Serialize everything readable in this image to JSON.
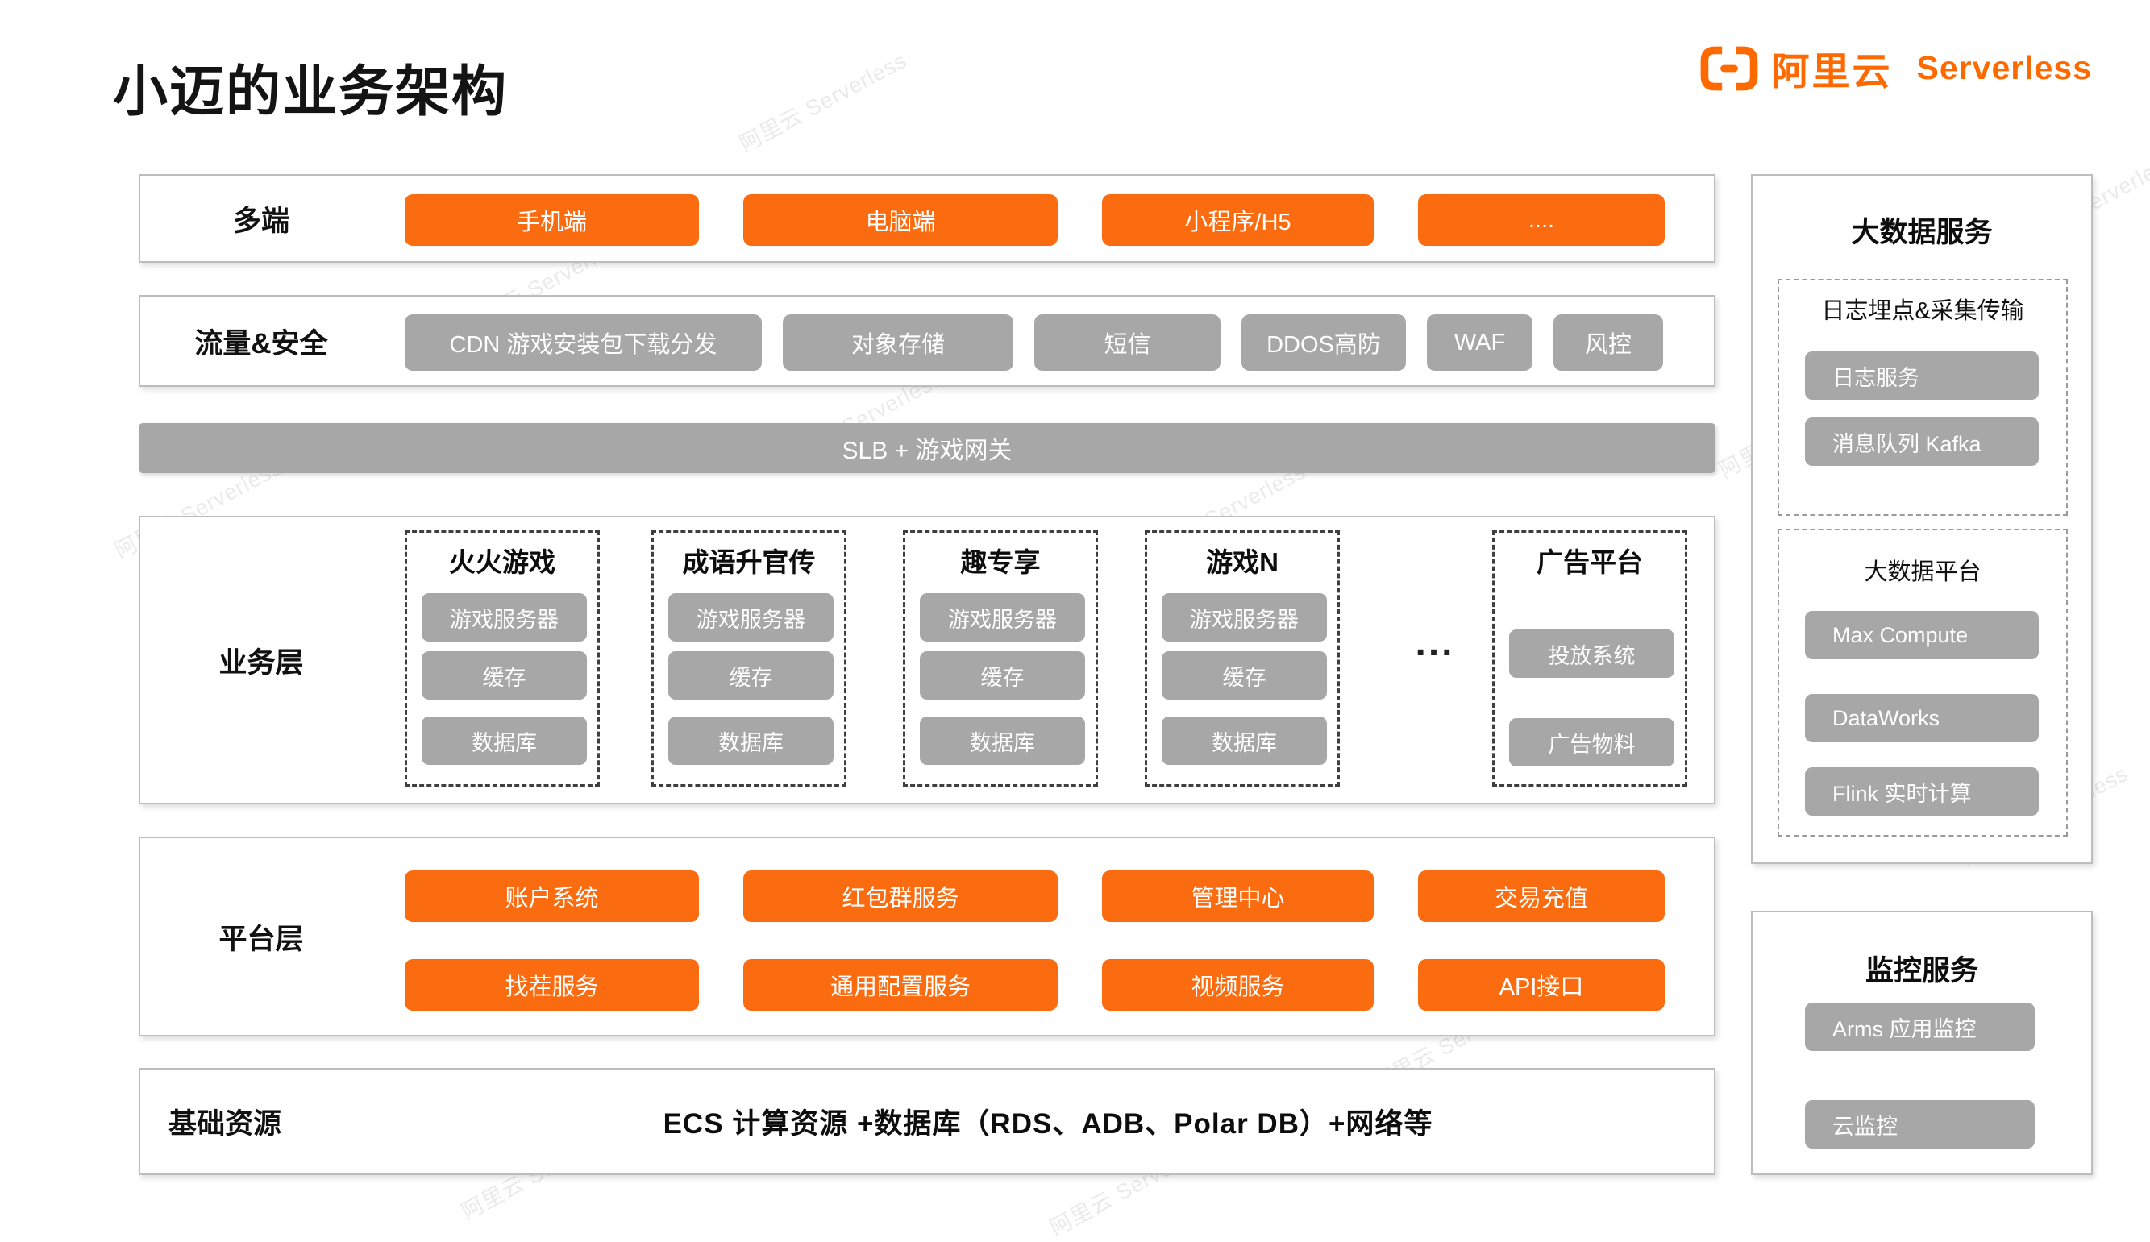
{
  "title": "小迈的业务架构",
  "logo": {
    "brand": "阿里云",
    "product": "Serverless"
  },
  "watermark": "阿里云 Serverless",
  "colors": {
    "accent_orange": "#FB6C10",
    "logo_orange": "#FF6A00",
    "button_gray": "#A7A7A7"
  },
  "multi_end": {
    "label": "多端",
    "buttons": [
      "手机端",
      "电脑端",
      "小程序/H5",
      "...."
    ]
  },
  "traffic": {
    "label": "流量&安全",
    "buttons": [
      "CDN 游戏安装包下载分发",
      "对象存储",
      "短信",
      "DDOS高防",
      "WAF",
      "风控"
    ]
  },
  "slb": {
    "label": "SLB + 游戏网关"
  },
  "business": {
    "label": "业务层",
    "ellipsis": "...",
    "groups": [
      {
        "title": "火火游戏",
        "items": [
          "游戏服务器",
          "缓存",
          "数据库"
        ]
      },
      {
        "title": "成语升官传",
        "items": [
          "游戏服务器",
          "缓存",
          "数据库"
        ]
      },
      {
        "title": "趣专享",
        "items": [
          "游戏服务器",
          "缓存",
          "数据库"
        ]
      },
      {
        "title": "游戏N",
        "items": [
          "游戏服务器",
          "缓存",
          "数据库"
        ]
      },
      {
        "title": "广告平台",
        "items": [
          "投放系统",
          "广告物料"
        ]
      }
    ]
  },
  "platform": {
    "label": "平台层",
    "row1": [
      "账户系统",
      "红包群服务",
      "管理中心",
      "交易充值"
    ],
    "row2": [
      "找茬服务",
      "通用配置服务",
      "视频服务",
      "API接口"
    ]
  },
  "infra": {
    "label": "基础资源",
    "text": "ECS 计算资源 +数据库（RDS、ADB、Polar DB）+网络等"
  },
  "sidebar": {
    "bigdata": {
      "title": "大数据服务",
      "log_group": {
        "title": "日志埋点&采集传输",
        "items": [
          "日志服务",
          "消息队列 Kafka"
        ]
      },
      "platform_group": {
        "title": "大数据平台",
        "items": [
          "Max Compute",
          "DataWorks",
          "Flink 实时计算"
        ]
      }
    },
    "monitor": {
      "title": "监控服务",
      "items": [
        "Arms 应用监控",
        "云监控"
      ]
    }
  }
}
